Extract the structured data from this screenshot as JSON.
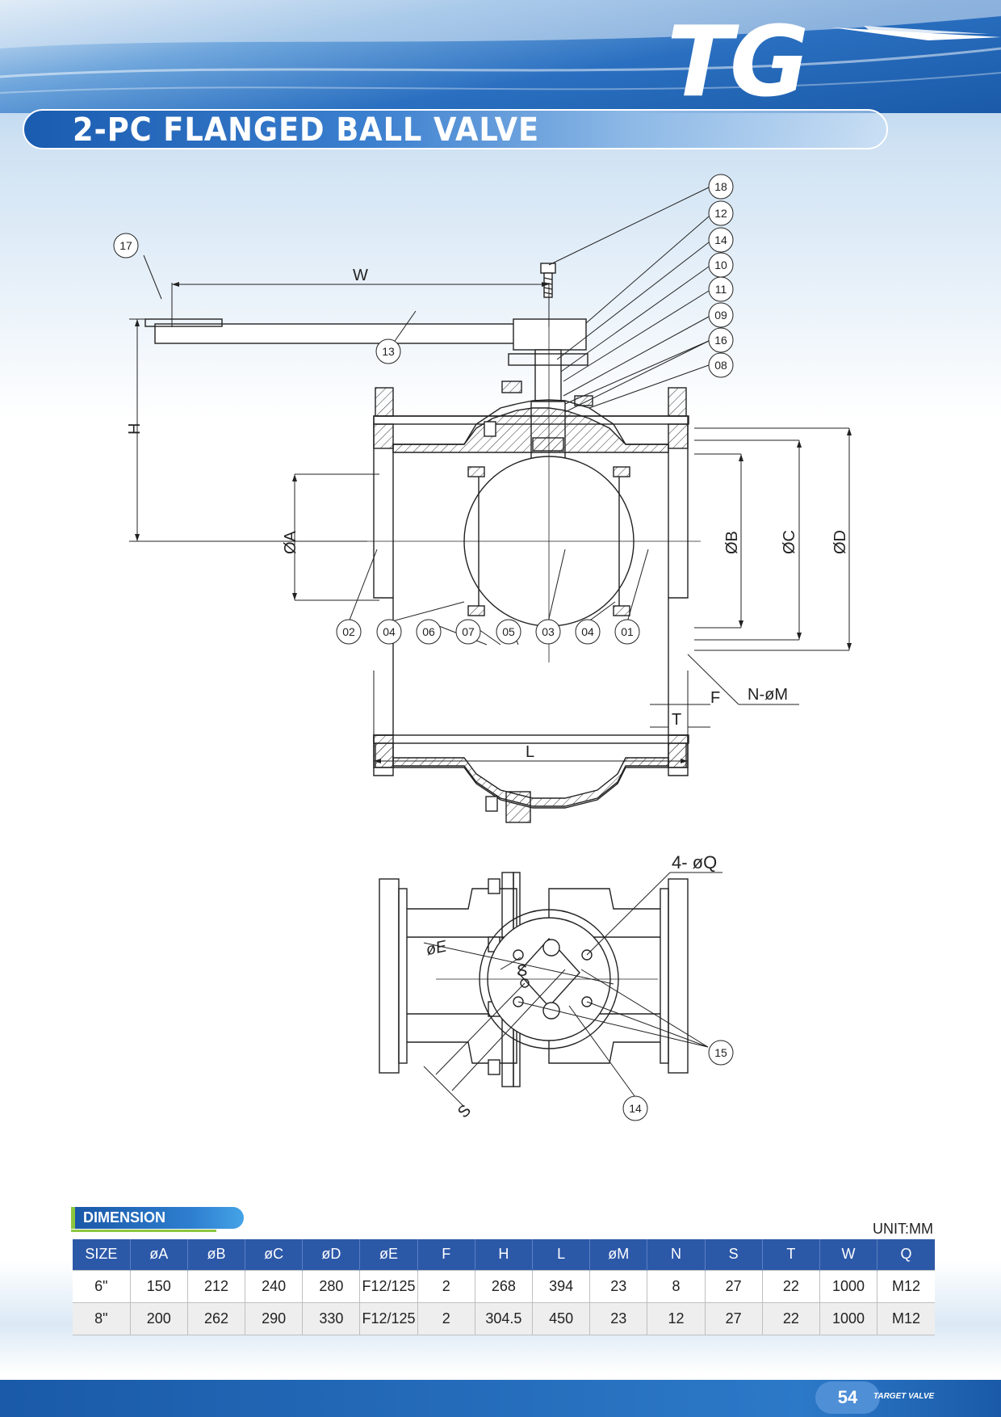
{
  "header": {
    "logo_text": "TG",
    "title": "2-PC FLANGED BALL VALVE"
  },
  "drawing": {
    "part_numbers_top": [
      "18",
      "12",
      "14",
      "10",
      "11",
      "09",
      "16",
      "08"
    ],
    "part_numbers_left": [
      "17",
      "13"
    ],
    "part_numbers_bottom": [
      "02",
      "04",
      "06",
      "07",
      "05",
      "03",
      "04",
      "01"
    ],
    "dim_labels": {
      "w": "W",
      "h": "H",
      "a": "ØA",
      "b": "ØB",
      "c": "ØC",
      "d": "ØD",
      "f": "F",
      "t": "T",
      "l": "L",
      "nm": "N-øM"
    },
    "bottom_view": {
      "q": "4- øQ",
      "e": "øE",
      "s_upper": "S",
      "s_lower": "S",
      "part_15": "15",
      "part_14": "14"
    }
  },
  "dimension": {
    "tag": "DIMENSION",
    "unit": "UNIT:MM",
    "headers": [
      "SIZE",
      "øA",
      "øB",
      "øC",
      "øD",
      "øE",
      "F",
      "H",
      "L",
      "øM",
      "N",
      "S",
      "T",
      "W",
      "Q"
    ],
    "rows": [
      [
        "6\"",
        "150",
        "212",
        "240",
        "280",
        "F12/125",
        "2",
        "268",
        "394",
        "23",
        "8",
        "27",
        "22",
        "1000",
        "M12"
      ],
      [
        "8\"",
        "200",
        "262",
        "290",
        "330",
        "F12/125",
        "2",
        "304.5",
        "450",
        "23",
        "12",
        "27",
        "22",
        "1000",
        "M12"
      ]
    ]
  },
  "footer": {
    "page_number": "54",
    "brand": "TARGET VALVE"
  },
  "colors": {
    "brand_blue": "#1a5aa8",
    "table_header": "#2c58a8",
    "accent_green": "#8cc63f"
  }
}
